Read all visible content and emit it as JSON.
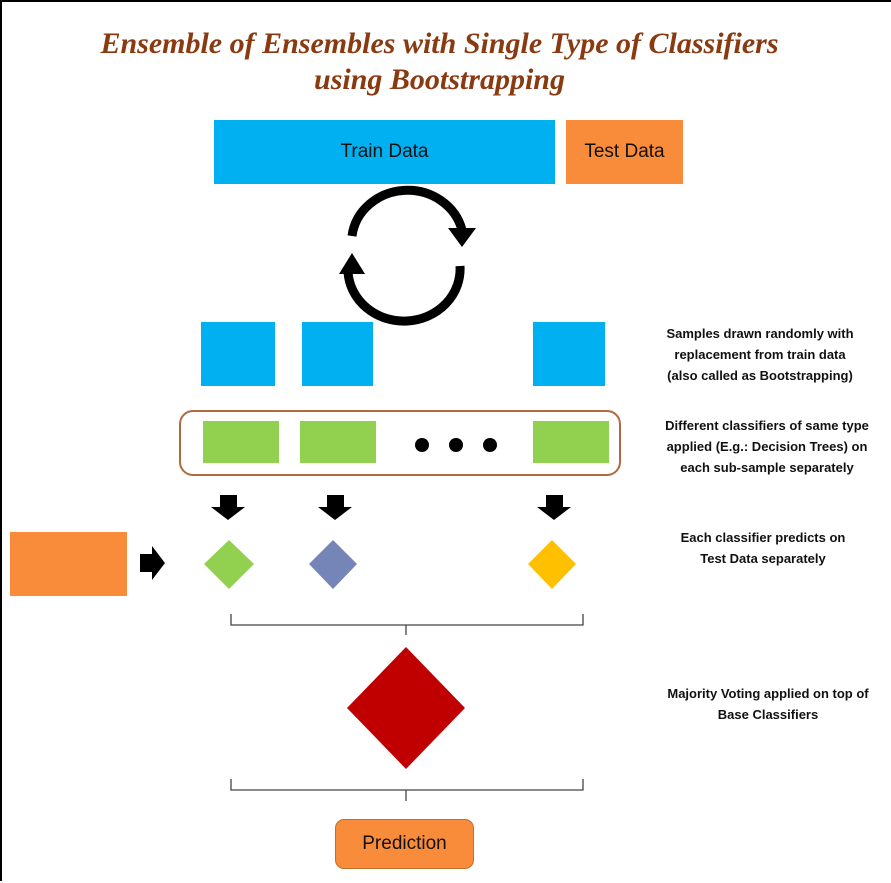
{
  "title": {
    "line1": "Ensemble of Ensembles with Single Type of Classifiers",
    "line2": "using Bootstrapping"
  },
  "boxes": {
    "train": "Train Data",
    "test": "Test Data",
    "prediction": "Prediction"
  },
  "notes": {
    "samples": [
      "Samples drawn randomly with",
      "replacement from train data",
      "(also called as Bootstrapping)"
    ],
    "classifiers": [
      "Different classifiers of same type",
      "applied (E.g.: Decision Trees) on",
      "each sub-sample separately"
    ],
    "predicts": [
      "Each classifier predicts on",
      "Test Data separately"
    ],
    "voting": [
      "Majority Voting applied on top of",
      "Base Classifiers"
    ]
  },
  "colors": {
    "blue": "#00b0f0",
    "orange": "#f98c3a",
    "green": "#92d050",
    "slate": "#7585b8",
    "amber": "#ffc000",
    "crimson": "#c00000",
    "frame": "#b06a40",
    "title": "#8a3a10"
  },
  "icons": [
    "cycle-arrows-icon",
    "down-arrow-icon",
    "right-arrow-icon",
    "ellipsis-dots"
  ]
}
